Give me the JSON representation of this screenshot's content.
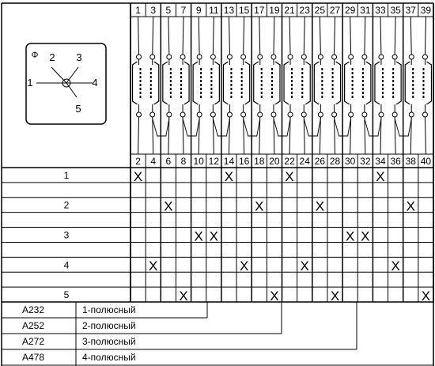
{
  "switch_dial": {
    "phi_symbol": "Φ",
    "positions": [
      "1",
      "2",
      "3",
      "4",
      "5"
    ]
  },
  "terminals": {
    "top": [
      "1",
      "3",
      "5",
      "7",
      "9",
      "11",
      "13",
      "15",
      "17",
      "19",
      "21",
      "23",
      "25",
      "27",
      "29",
      "31",
      "33",
      "35",
      "37",
      "39"
    ],
    "bottom": [
      "2",
      "4",
      "6",
      "8",
      "10",
      "12",
      "14",
      "16",
      "18",
      "20",
      "22",
      "24",
      "26",
      "28",
      "30",
      "32",
      "34",
      "36",
      "38",
      "40"
    ]
  },
  "positions": [
    {
      "label": "1",
      "closed": [
        1,
        14,
        22,
        34
      ]
    },
    {
      "label": "2",
      "closed": [
        6,
        18,
        26,
        38
      ]
    },
    {
      "label": "3",
      "closed": [
        10,
        12,
        30,
        32
      ]
    },
    {
      "label": "4",
      "closed": [
        4,
        16,
        24,
        36
      ]
    },
    {
      "label": "5",
      "closed": [
        8,
        20,
        28,
        40
      ]
    }
  ],
  "mark_symbol": "X",
  "variants": [
    {
      "code": "A232",
      "description": "1-полюсный"
    },
    {
      "code": "A252",
      "description": "2-полюсный"
    },
    {
      "code": "A272",
      "description": "3-полюсный"
    },
    {
      "code": "A478",
      "description": "4-полюсный"
    }
  ]
}
